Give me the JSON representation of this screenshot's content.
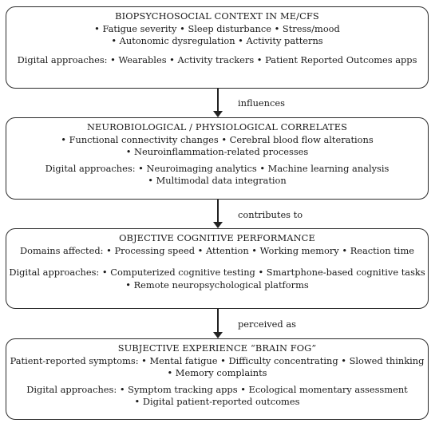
{
  "boxes": [
    {
      "title": "BIOPSYCHOSOCIAL CONTEXT IN ME/CFS",
      "lines_a": [
        "• Fatigue severity • Sleep disturbance • Stress/mood",
        "• Autonomic dysregulation • Activity patterns"
      ],
      "lines_b": [
        "Digital approaches: • Wearables • Activity trackers • Patient Reported Outcomes apps"
      ]
    },
    {
      "title": "NEUROBIOLOGICAL / PHYSIOLOGICAL CORRELATES",
      "lines_a": [
        "• Functional connectivity changes • Cerebral blood flow alterations",
        "• Neuroinflammation-related processes"
      ],
      "lines_b": [
        "Digital approaches: • Neuroimaging analytics • Machine learning analysis",
        "• Multimodal data integration"
      ]
    },
    {
      "title": "OBJECTIVE COGNITIVE PERFORMANCE",
      "lines_a": [
        "Domains affected: • Processing speed • Attention • Working memory • Reaction time"
      ],
      "lines_b": [
        "Digital approaches: • Computerized cognitive testing • Smartphone-based cognitive tasks",
        "• Remote neuropsychological platforms"
      ]
    },
    {
      "title": "SUBJECTIVE EXPERIENCE “BRAIN FOG”",
      "lines_a": [
        "Patient-reported symptoms: • Mental fatigue • Difficulty concentrating • Slowed thinking",
        "• Memory complaints"
      ],
      "lines_b": [
        "Digital approaches: • Symptom tracking apps • Ecological momentary assessment",
        "• Digital patient-reported outcomes"
      ]
    }
  ],
  "connectors": [
    {
      "label": "influences"
    },
    {
      "label": "contributes to"
    },
    {
      "label": "perceived as"
    }
  ]
}
